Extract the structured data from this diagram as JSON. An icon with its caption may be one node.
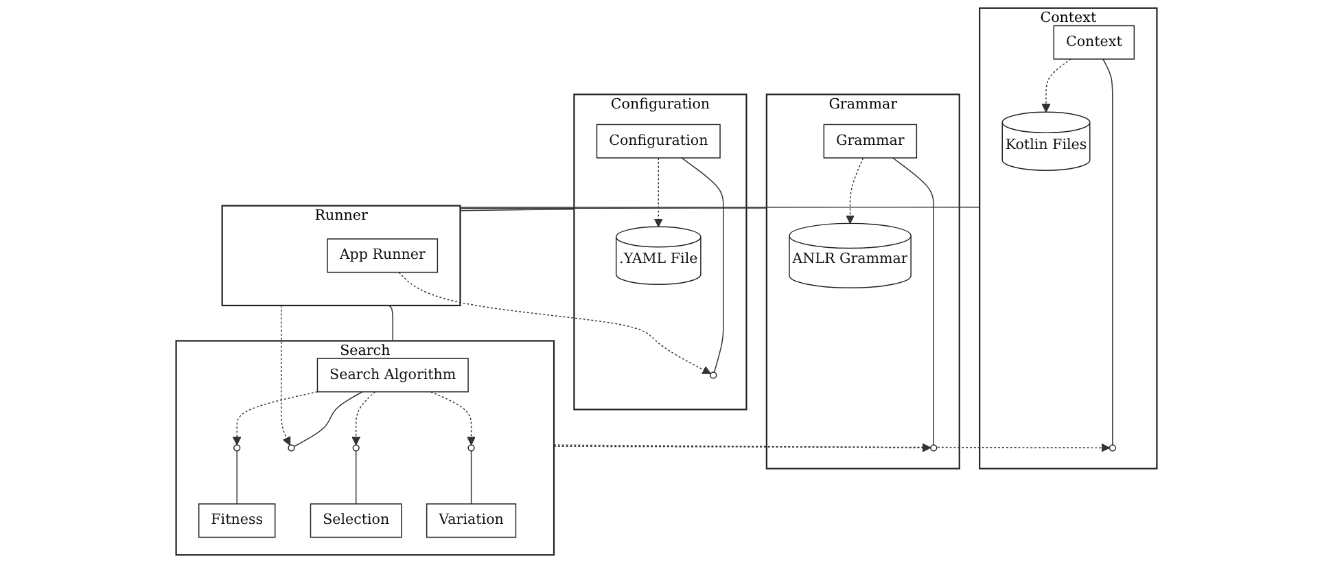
{
  "diagram": {
    "nodes": [
      {
        "text": [
          "Context"
        ]
      },
      {
        "text": [
          "Kotlin Files"
        ],
        "in": 0
      },
      {
        "text": [
          "Context"
        ],
        "in": 0
      },
      {
        "text": [],
        "shape": "circle",
        "in": 0
      },
      {
        "text": [
          "Grammar"
        ]
      },
      {
        "text": [
          "Grammar"
        ],
        "in": 4
      },
      {
        "text": [
          "ANLR Grammar"
        ],
        "in": 4
      },
      {
        "text": [],
        "shape": "circle",
        "in": 4
      },
      {
        "text": [
          "Configuration"
        ]
      },
      {
        "text": [
          "Configuration"
        ],
        "in": 8
      },
      {
        "text": [
          ".YAML File"
        ],
        "in": 8
      },
      {
        "text": [],
        "shape": "circle",
        "in": 8
      },
      {
        "text": [
          "Runner"
        ]
      },
      {
        "text": [
          "App Runner"
        ],
        "in": 12
      },
      {
        "text": [
          "Search"
        ]
      },
      {
        "text": [
          "Search Algorithm"
        ],
        "in": 14
      },
      {
        "text": [],
        "shape": "circle",
        "in": 14
      },
      {
        "text": [
          "Fitness"
        ],
        "in": 14
      },
      {
        "text": [],
        "shape": "circle",
        "in": 14
      },
      {
        "text": [],
        "shape": "circle",
        "in": 14
      },
      {
        "text": [
          "Selection"
        ],
        "in": 14
      },
      {
        "text": [],
        "shape": "circle",
        "in": 14
      },
      {
        "text": [
          "Variation"
        ],
        "in": 14
      }
    ],
    "edges": [
      {
        "from": 2,
        "to": 1,
        "arrow": "to",
        "style": "dashed"
      },
      {
        "from": 2,
        "to": 3,
        "arrow": "none"
      },
      {
        "from": 5,
        "to": 6,
        "arrow": "to",
        "style": "dashed"
      },
      {
        "from": 5,
        "to": 7,
        "arrow": "none"
      },
      {
        "from": 9,
        "to": 10,
        "arrow": "to",
        "style": "dashed"
      },
      {
        "from": 9,
        "to": 11,
        "arrow": "none"
      },
      {
        "from": 13,
        "to": 11,
        "arrow": "to",
        "style": "dashed"
      },
      {
        "from": 14,
        "to": 3,
        "arrow": "to",
        "style": "dashed"
      },
      {
        "from": 14,
        "to": 7,
        "arrow": "to",
        "style": "dashed"
      },
      {
        "from": 15,
        "to": 16,
        "arrow": "to",
        "style": "dashed"
      },
      {
        "from": 16,
        "to": 17,
        "arrow": "none"
      },
      {
        "from": 15,
        "to": 18,
        "arrow": "none"
      },
      {
        "from": 15,
        "to": 19,
        "arrow": "to",
        "style": "dashed"
      },
      {
        "from": 19,
        "to": 20,
        "arrow": "none"
      },
      {
        "from": 15,
        "to": 21,
        "arrow": "to",
        "style": "dashed"
      },
      {
        "from": 21,
        "to": 22,
        "arrow": "none"
      },
      {
        "from": 12,
        "to": 18,
        "arrow": "to",
        "style": "dashed"
      },
      {
        "from": 0,
        "to": 12,
        "arrow": "none"
      },
      {
        "from": 8,
        "to": 12,
        "arrow": "none"
      },
      {
        "from": 4,
        "to": 12,
        "arrow": "none"
      },
      {
        "from": 12,
        "to": 14,
        "arrow": "none"
      }
    ]
  }
}
